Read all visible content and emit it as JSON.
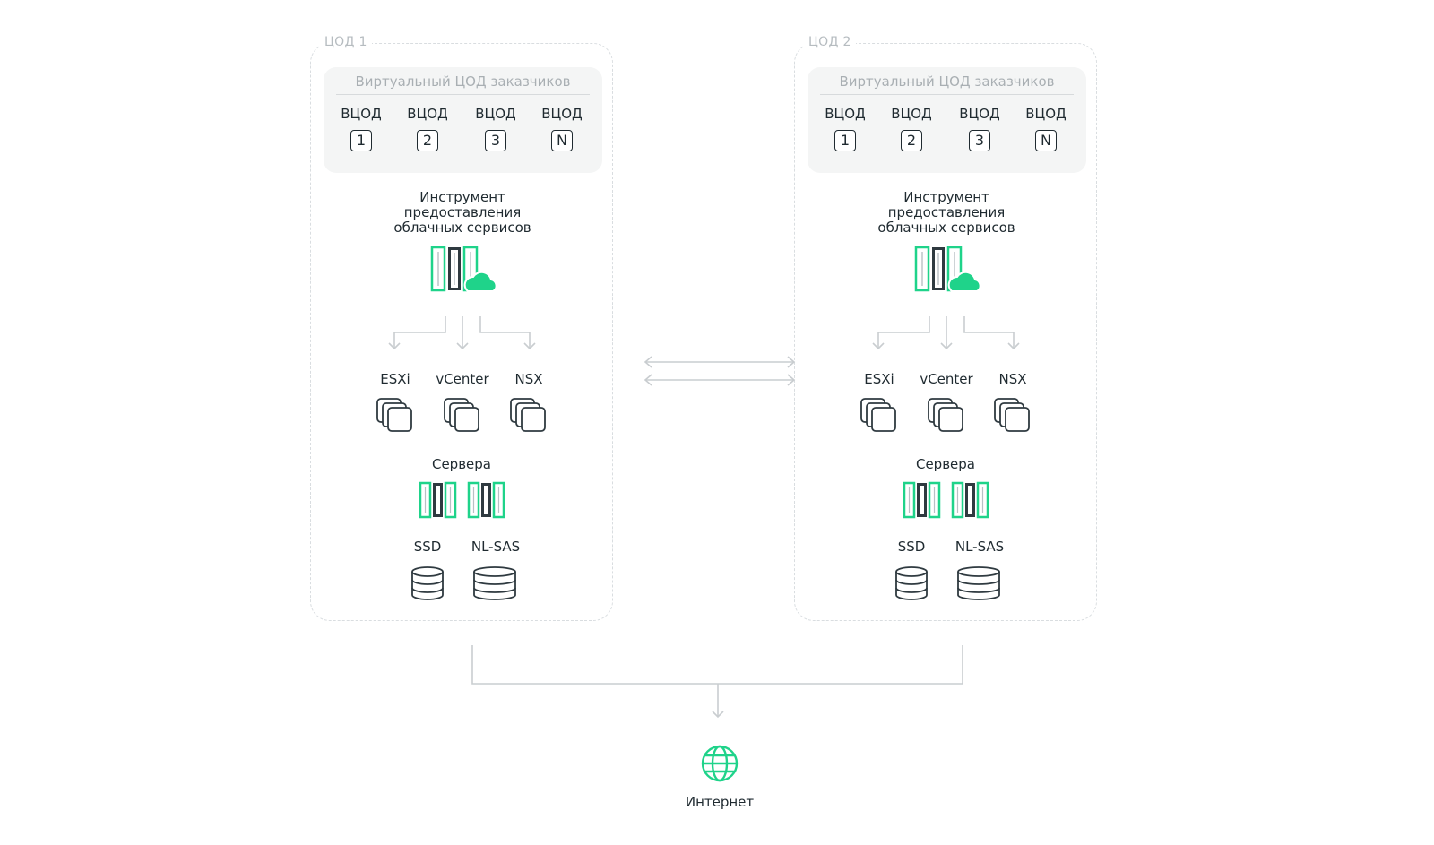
{
  "colors": {
    "accent": "#1fd38a",
    "stroke": "#2f3a40",
    "line": "#c9cdd0",
    "dashed": "#d9dde0"
  },
  "dcs": [
    {
      "title": "ЦОД 1",
      "virtual_title": "Виртуальный ЦОД заказчиков",
      "vdcs": [
        {
          "label": "ВЦОД",
          "num": "1"
        },
        {
          "label": "ВЦОД",
          "num": "2"
        },
        {
          "label": "ВЦОД",
          "num": "3"
        },
        {
          "label": "ВЦОД",
          "num": "N"
        }
      ],
      "tool_label": [
        "Инструмент",
        "предоставления",
        "облачных сервисов"
      ],
      "components": [
        {
          "label": "ESXi",
          "icon": "stack-icon"
        },
        {
          "label": "vCenter",
          "icon": "stack-icon"
        },
        {
          "label": "NSX",
          "icon": "stack-icon"
        }
      ],
      "servers_label": "Сервера",
      "storage": [
        {
          "label": "SSD",
          "icon": "database-icon"
        },
        {
          "label": "NL-SAS",
          "icon": "database-icon"
        }
      ]
    },
    {
      "title": "ЦОД 2",
      "virtual_title": "Виртуальный ЦОД заказчиков",
      "vdcs": [
        {
          "label": "ВЦОД",
          "num": "1"
        },
        {
          "label": "ВЦОД",
          "num": "2"
        },
        {
          "label": "ВЦОД",
          "num": "3"
        },
        {
          "label": "ВЦОД",
          "num": "N"
        }
      ],
      "tool_label": [
        "Инструмент",
        "предоставления",
        "облачных сервисов"
      ],
      "components": [
        {
          "label": "ESXi",
          "icon": "stack-icon"
        },
        {
          "label": "vCenter",
          "icon": "stack-icon"
        },
        {
          "label": "NSX",
          "icon": "stack-icon"
        }
      ],
      "servers_label": "Сервера",
      "storage": [
        {
          "label": "SSD",
          "icon": "database-icon"
        },
        {
          "label": "NL-SAS",
          "icon": "database-icon"
        }
      ]
    }
  ],
  "internet": {
    "label": "Интернет",
    "icon": "globe-icon"
  }
}
